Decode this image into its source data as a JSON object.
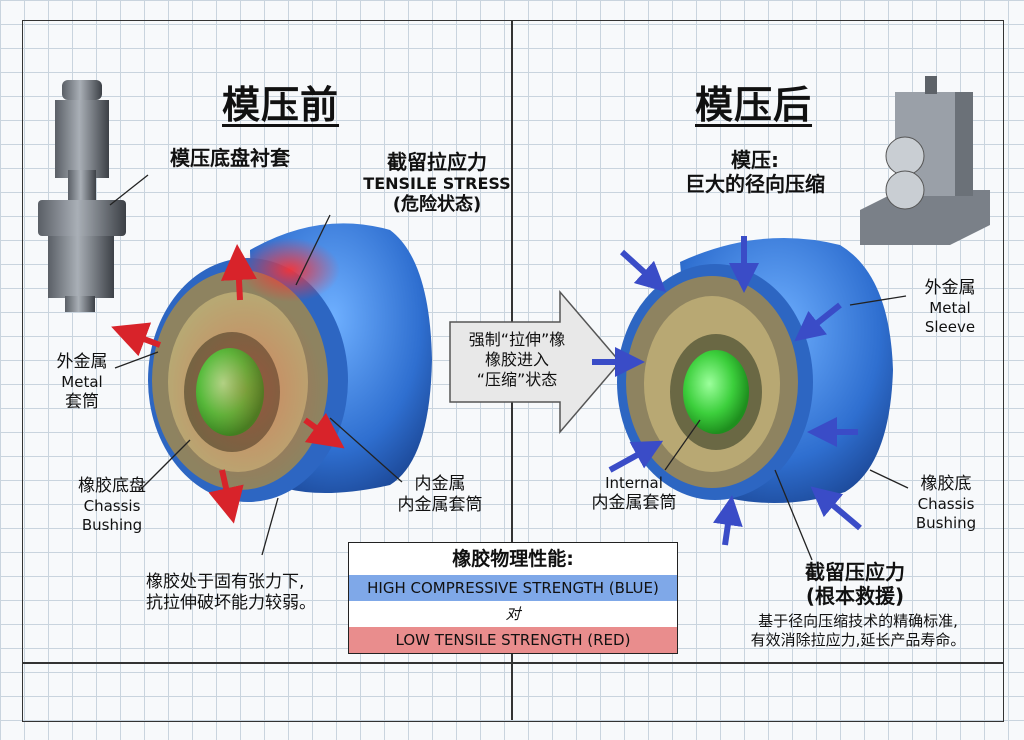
{
  "colors": {
    "blue": "#3a7bd5",
    "green": "#3ecf3e",
    "red": "#d8232a",
    "arrowBlue": "#3a4cc7",
    "brass": "#8b7d52"
  },
  "before": {
    "title": "模压前",
    "bushing_title": "模压底盘衬套",
    "tensile_cn": "截留拉应力",
    "tensile_en": "TENSILE STRESS",
    "tensile_note": "(危险状态)",
    "outer_cn": "外金属",
    "outer_en1": "Metal",
    "outer_cn2": "套筒",
    "rubber_cn": "橡胶底盘",
    "rubber_en1": "Chassis",
    "rubber_en2": "Bushing",
    "inner_cn": "内金属",
    "inner_cn2": "内金属套筒",
    "note1": "橡胶处于固有张力下,",
    "note2": "抗拉伸破坏能力较弱。"
  },
  "middle": {
    "line1": "强制“拉伸”橡",
    "line2": "橡胶进入",
    "line3": "“压缩”状态"
  },
  "after": {
    "title": "模压后",
    "press_cn1": "模压:",
    "press_cn2": "巨大的径向压缩",
    "outer_cn": "外金属",
    "outer_en1": "Metal",
    "outer_en2": "Sleeve",
    "internal_en": "Internal",
    "internal_cn": "内金属套筒",
    "rubber_cn": "橡胶底",
    "rubber_en1": "Chassis",
    "rubber_en2": "Bushing",
    "comp_cn1": "截留压应力",
    "comp_cn2": "(根本救援)",
    "note1": "基于径向压缩技术的精确标准,",
    "note2": "有效消除拉应力,延长产品寿命。"
  },
  "legend": {
    "title": "橡胶物理性能:",
    "blue": "HIGH COMPRESSIVE STRENGTH (BLUE)",
    "vs": "对",
    "red": "LOW TENSILE STRENGTH (RED)"
  }
}
